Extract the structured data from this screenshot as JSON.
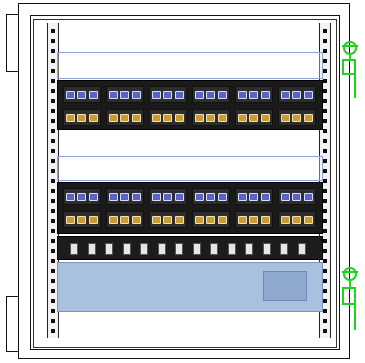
{
  "diagram": {
    "kind": "network rack elevation",
    "devices": [
      {
        "name": "switch-1",
        "kind": "network switch"
      },
      {
        "name": "patch-panel-1",
        "kind": "patch panel",
        "rows": 2,
        "blocks_per_row": 6,
        "ports_per_block": 3
      },
      {
        "name": "switch-2",
        "kind": "network switch"
      },
      {
        "name": "patch-panel-2",
        "kind": "patch panel",
        "rows": 2,
        "blocks_per_row": 6,
        "ports_per_block": 3
      },
      {
        "name": "power-distribution-unit",
        "kind": "PDU"
      },
      {
        "name": "ups-unit",
        "kind": "uninterruptible power supply"
      }
    ],
    "accessories": [
      "grounding-lug-upper",
      "grounding-lug-lower"
    ],
    "colors": {
      "rack_outline": "#111111",
      "device_blue": "#a8bedd",
      "port_blue": "#5a63c8",
      "port_amber": "#c99a3a",
      "ground_green": "#1fd31f",
      "panel_black": "#1a1a1a"
    }
  }
}
